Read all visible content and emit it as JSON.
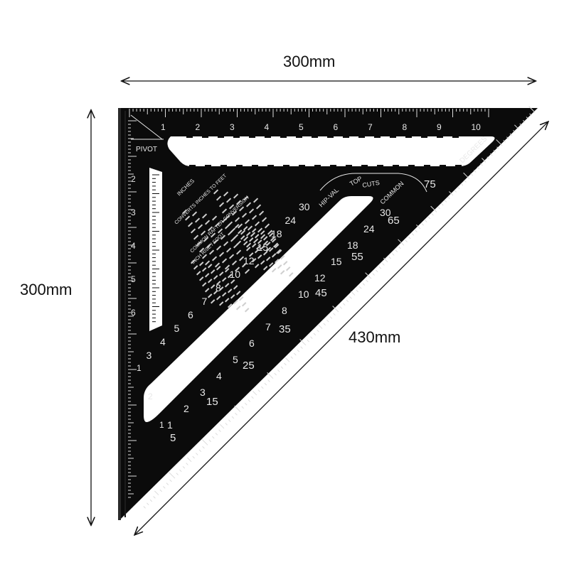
{
  "dimensions": {
    "top": "300mm",
    "left": "300mm",
    "diagonal": "430mm"
  },
  "square": {
    "body_color": "#0b0b0b",
    "ink_color": "#e8e8e8",
    "pivot_label": "PIVOT",
    "degrees_label": "DEGREES",
    "inches_label": "INCHES",
    "table1_title": "CONVERTS INCHES TO FEET",
    "table2_title": "COMMON RAFTER CONVERSION",
    "table2_sub": "INCH RISE / FOOT",
    "scale_labels": [
      "HIP-VAL",
      "TOP",
      "CUTS",
      "COMMON"
    ],
    "top_numbers": [
      "1",
      "2",
      "3",
      "4",
      "5",
      "6",
      "7",
      "8",
      "9",
      "10"
    ],
    "left_numbers": [
      "2",
      "3",
      "4",
      "5",
      "6"
    ],
    "hip_numbers": [
      "30",
      "24",
      "18",
      "15",
      "12",
      "10",
      "8",
      "7",
      "6",
      "5",
      "4",
      "3"
    ],
    "common_numbers": [
      "30",
      "24",
      "18",
      "15",
      "12",
      "10",
      "8",
      "7",
      "6",
      "5",
      "4",
      "3",
      "2",
      "1"
    ],
    "degree_numbers": [
      "75",
      "65",
      "55",
      "45",
      "35",
      "25",
      "15",
      "5"
    ],
    "edge_numbers": [
      "1",
      "2",
      "1"
    ]
  }
}
